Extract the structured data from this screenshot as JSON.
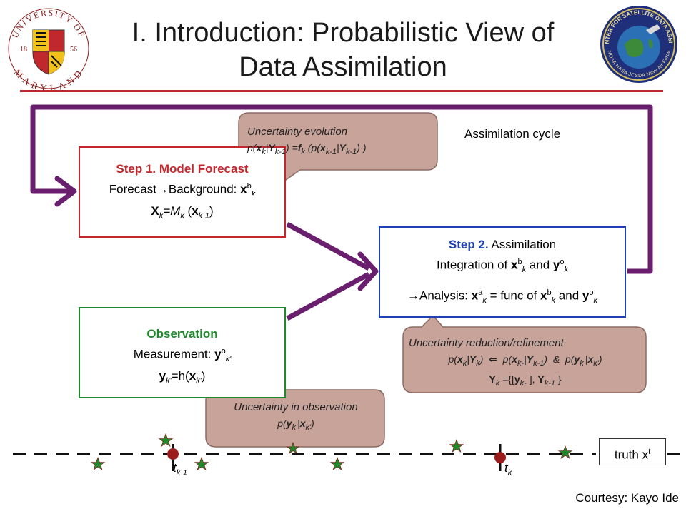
{
  "header": {
    "title_line1": "I. Introduction: Probabilistic View of",
    "title_line2": "Data Assimilation",
    "left_logo_text_top": "UNIVERSITY OF",
    "left_logo_text_bottom": "MARYLAND",
    "left_logo_year_left": "18",
    "left_logo_year_right": "56",
    "right_logo_text": "JOINT CENTER FOR SATELLITE DATA ASSIMILATION",
    "right_logo_agencies": "NOAA NASA JCSDA Navy Air Force"
  },
  "cycle_label": "Assimilation cycle",
  "forecast_box": {
    "head": "Step 1. Model Forecast",
    "line2_prefix": "Forecast",
    "line2_arrow": "→",
    "line2_main": "Background: ",
    "line2_var": "x",
    "line2_sup": "b",
    "line2_sub": "k",
    "line3_var": "X",
    "line3_sub": "k",
    "line3_eq": "=M",
    "line3_msub": "k",
    "line3_paren_var": "x",
    "line3_paren_sub": "k-1"
  },
  "assim_box": {
    "head_step": "Step 2.",
    "head_rest": " Assimilation",
    "line2_prefix": "Integration of ",
    "line2_var1": "x",
    "line2_sup1": "b",
    "line2_sub1": "k",
    "line2_and": " and ",
    "line2_var2": "y",
    "line2_sup2": "o",
    "line2_sub2": "k",
    "line3_arrow": "→",
    "line3_prefix": "Analysis: ",
    "line3_var": "x",
    "line3_sup": "a",
    "line3_sub": "k",
    "line3_mid": " = func of ",
    "line3_var2": "x",
    "line3_sup2": "b",
    "line3_sub2": "k",
    "line3_and": " and ",
    "line3_var3": "y",
    "line3_sup3": "o",
    "line3_sub3": "k"
  },
  "obs_box": {
    "head": "Observation",
    "line2_prefix": "Measurement: ",
    "line2_var": "y",
    "line2_sup": "o",
    "line2_sub": "k'",
    "line3_var": "y",
    "line3_sub": "k'",
    "line3_eq": "=h(",
    "line3_var2": "x",
    "line3_sub2": "k'",
    "line3_close": ")"
  },
  "callout_evolution": {
    "line1": "Uncertainty evolution",
    "line2": "p(xk|Yk-1) =fk (p(xk-1|Yk-1) )"
  },
  "callout_reduction": {
    "line1": "Uncertainty reduction/refinement",
    "line2": "p(xk|Yk) ⇐ p(xk-|Yk-1) & p(yk'|xk')",
    "line3": "Yk ={[yk- ], Yk-1 }"
  },
  "callout_observation": {
    "line1": "Uncertainty in observation",
    "line2": "p(yk'|xk')"
  },
  "timeline": {
    "t_prev": "t",
    "t_prev_sub": "k-1",
    "t_curr": "t",
    "t_curr_sub": "k",
    "truth_label": "truth x",
    "truth_sup": "t"
  },
  "courtesy": "Courtesy: Kayo Ide",
  "colors": {
    "cycle_arrow": "#6a1f6e",
    "forecast_border": "#c0282d",
    "assim_border": "#1f3fb4",
    "obs_border": "#1f8a2c",
    "callout_fill": "#c8a39a",
    "callout_border": "#8a6a63",
    "star_fill": "#1f8a2c",
    "marker_fill": "#9b1c1c",
    "title_rule": "#c0282d"
  }
}
